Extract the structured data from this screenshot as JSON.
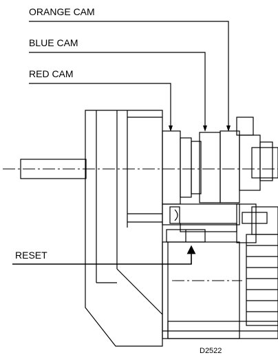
{
  "labels": {
    "orange_cam": "ORANGE CAM",
    "blue_cam": "BLUE CAM",
    "red_cam": "RED CAM",
    "reset": "RESET"
  },
  "figure_code": "D2522",
  "colors": {
    "line": "#000000",
    "background": "#ffffff"
  }
}
